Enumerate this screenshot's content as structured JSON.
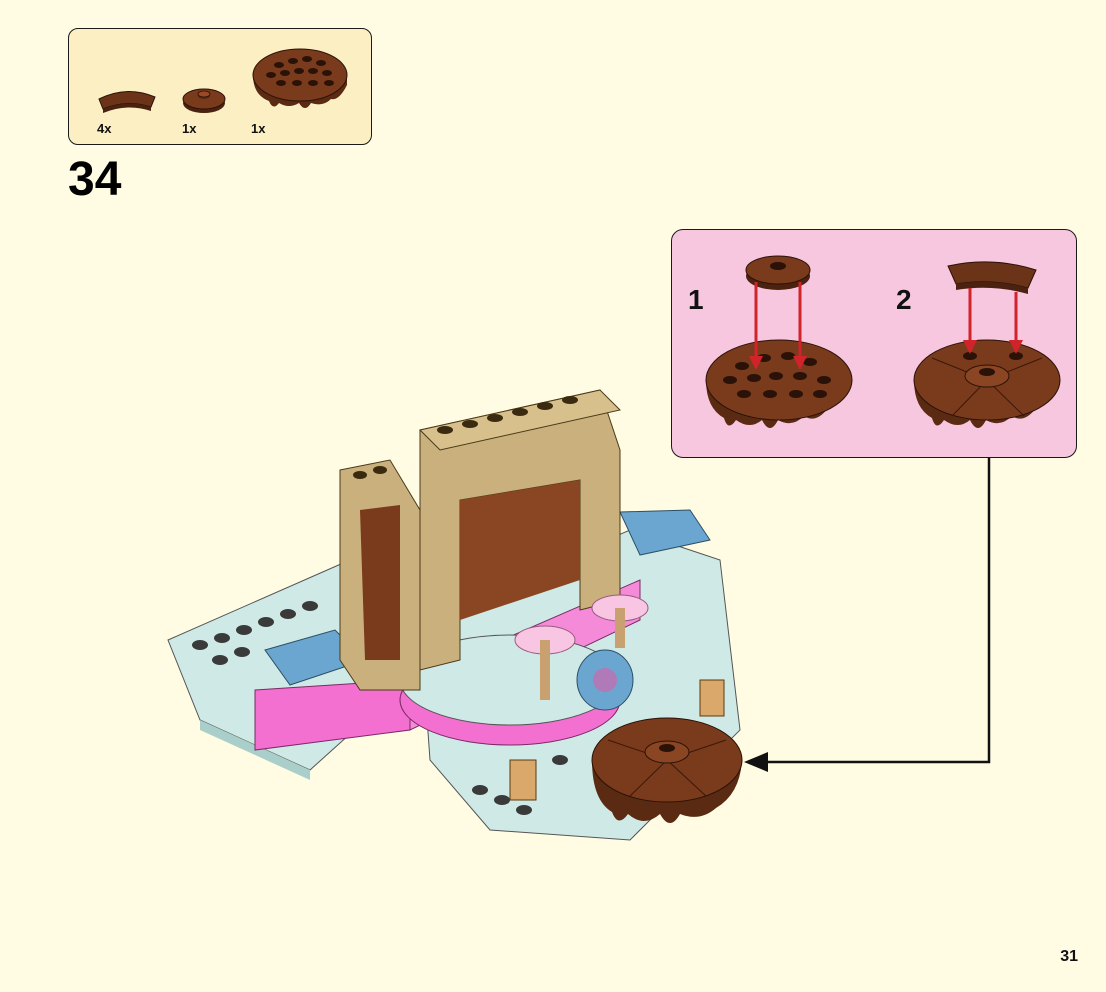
{
  "parts_list": {
    "items": [
      {
        "name": "curved-tile-brown-icon",
        "qty": "4x"
      },
      {
        "name": "round-plate-brown-icon",
        "qty": "1x"
      },
      {
        "name": "round-drip-plate-brown-icon",
        "qty": "1x"
      }
    ]
  },
  "step": {
    "number": "34"
  },
  "sub_steps": [
    {
      "label": "1"
    },
    {
      "label": "2"
    }
  ],
  "page": {
    "number": "31"
  },
  "colors": {
    "background": "#fffce3",
    "parts_box": "#fcefc4",
    "sub_box": "#f7c6df",
    "brown": "#7a3a1c",
    "arrow_red": "#d1232a"
  }
}
